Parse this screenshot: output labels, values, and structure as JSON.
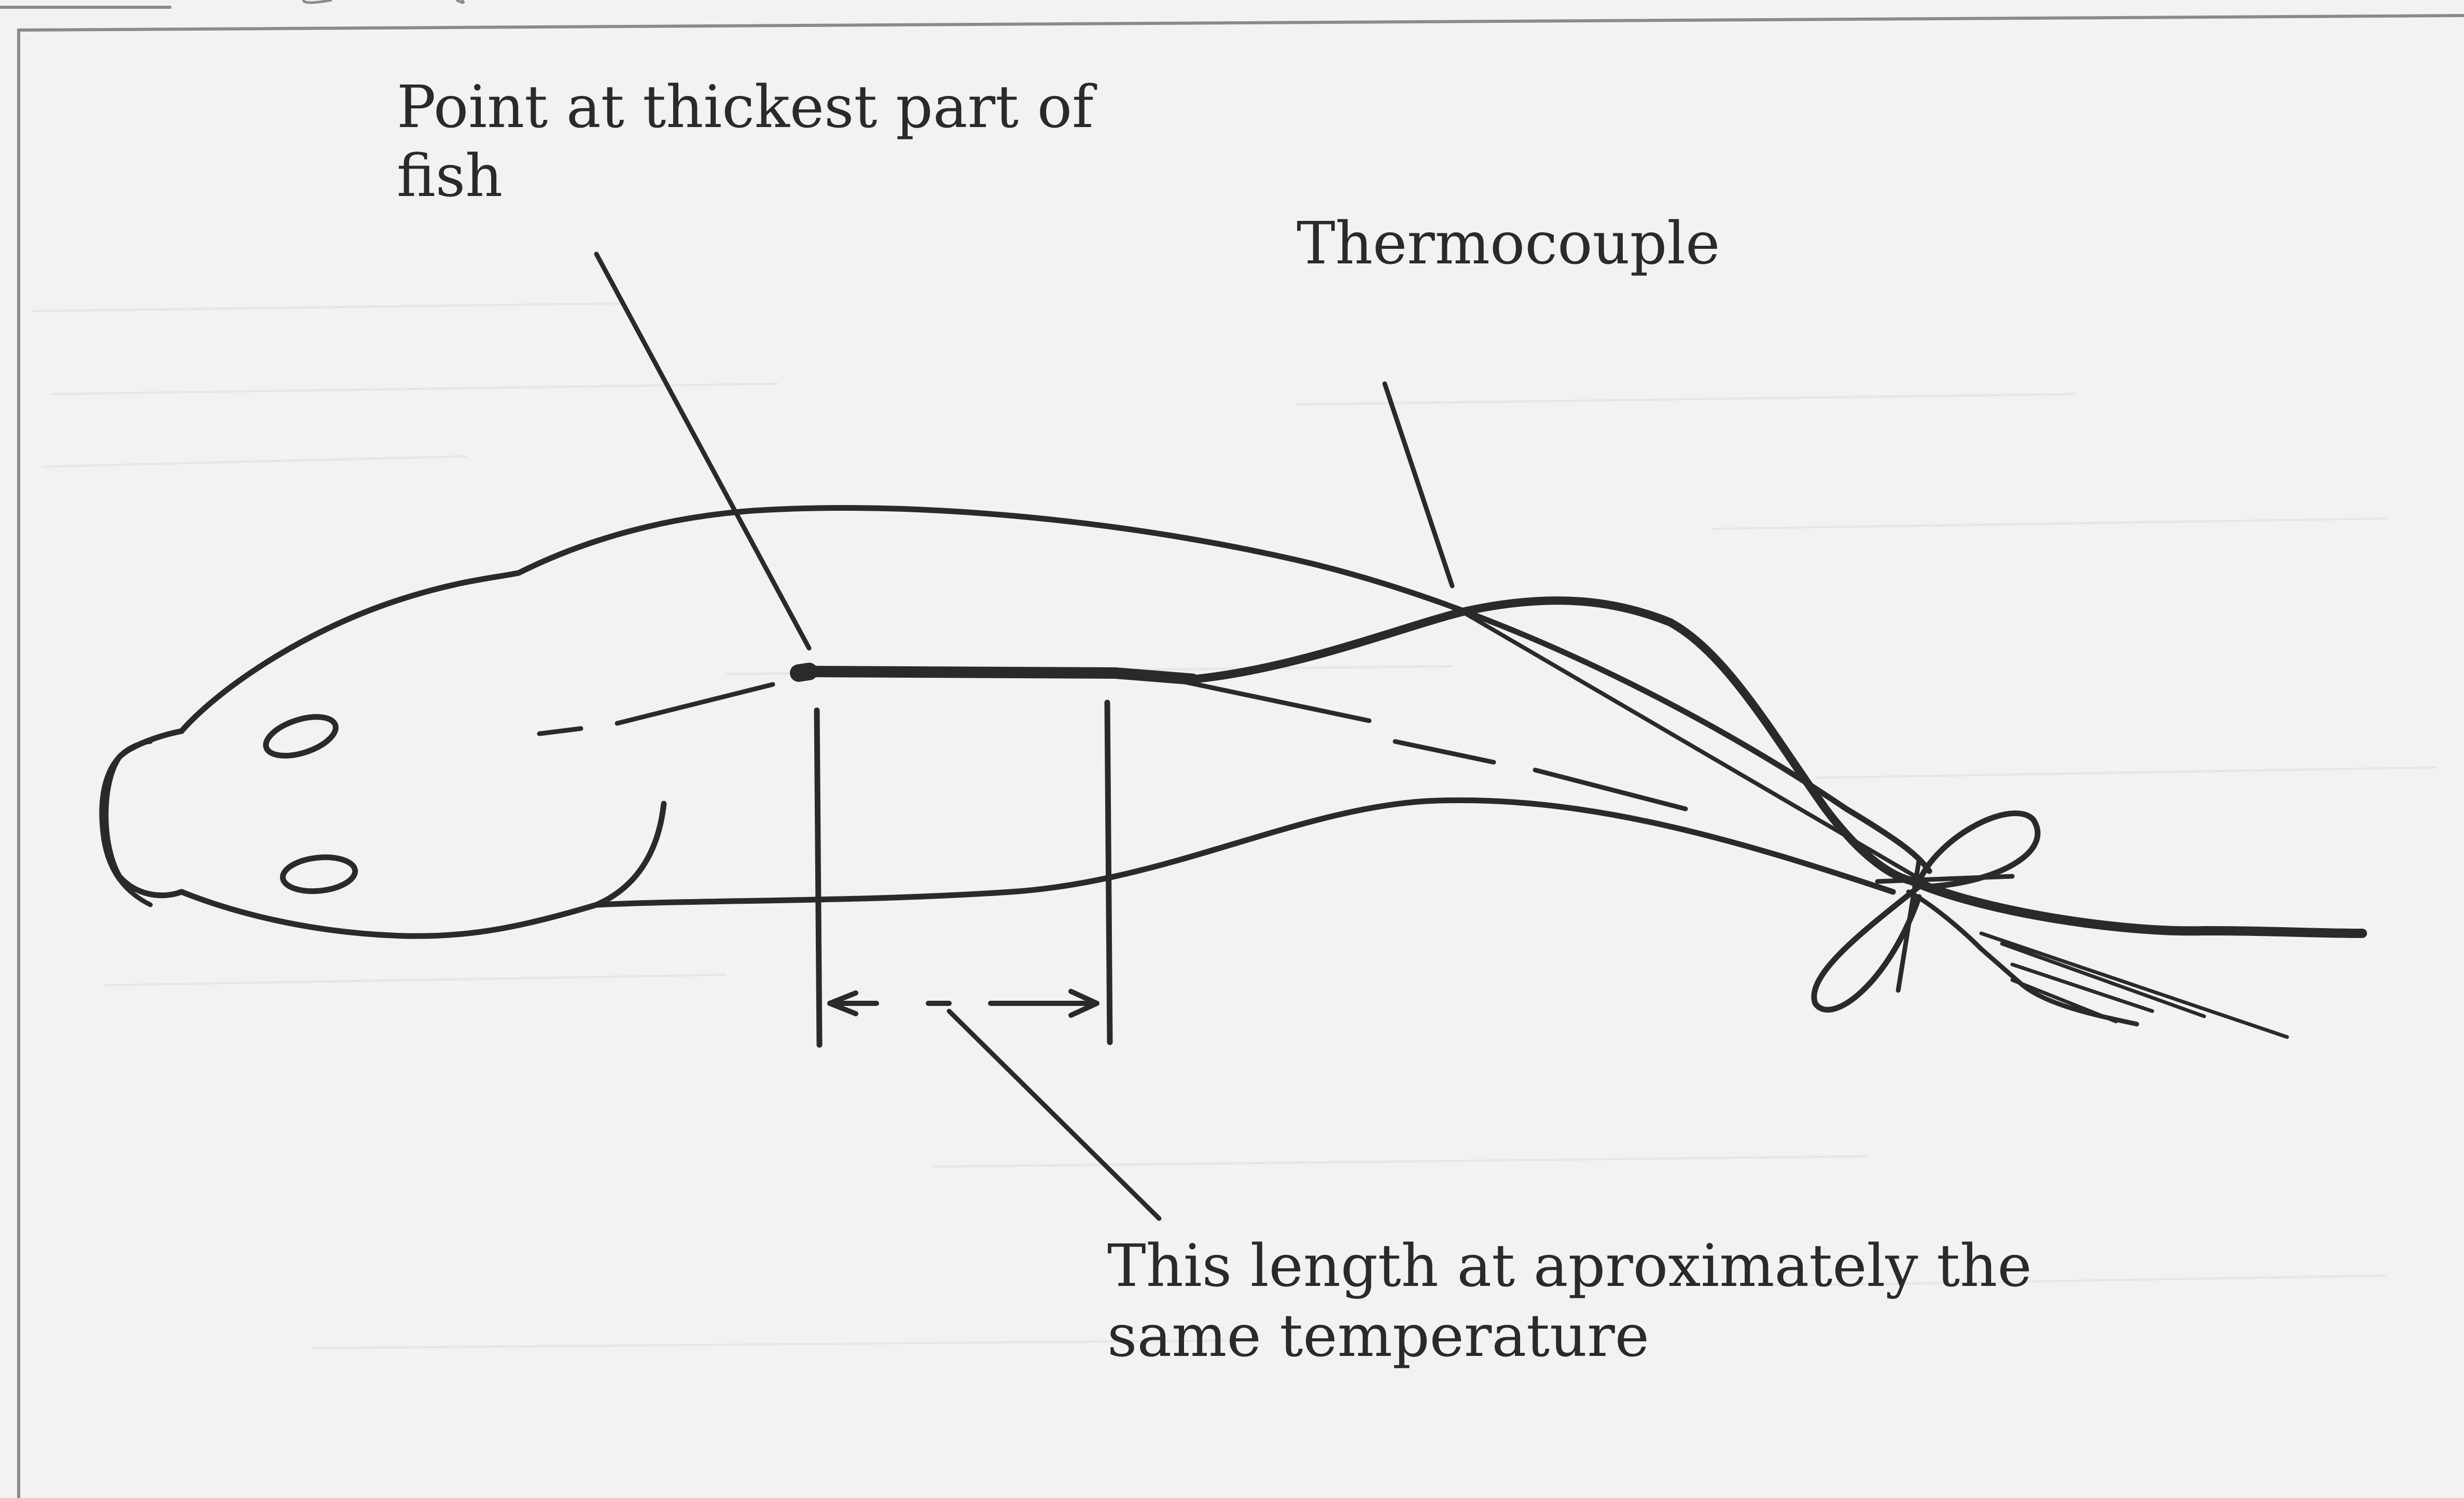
{
  "labels": {
    "top_left_line1": "Point at thickest part of",
    "top_left_line2": "fish",
    "top_right": "Thermocouple",
    "bottom_line1": "This length at aproximately the",
    "bottom_line2": "same temperature"
  },
  "colors": {
    "paper": "#f2f2f2",
    "ink": "#2a2a2a",
    "frame": "#8a8a8a"
  }
}
